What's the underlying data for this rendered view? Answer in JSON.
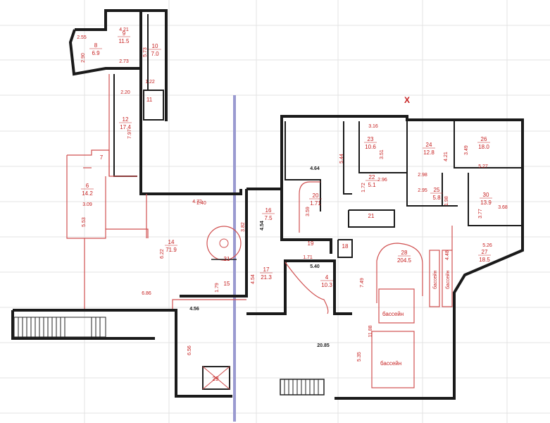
{
  "axis_mark": "X",
  "rooms": [
    {
      "id": "rm-8",
      "number": "8",
      "area": "6.9"
    },
    {
      "id": "rm-9",
      "number": "9",
      "area": "11.5"
    },
    {
      "id": "rm-10",
      "number": "10",
      "area": "7.0"
    },
    {
      "id": "rm-11",
      "number": "11",
      "area": ""
    },
    {
      "id": "rm-12",
      "number": "12",
      "area": "17.4"
    },
    {
      "id": "rm-7",
      "number": "7",
      "area": ""
    },
    {
      "id": "rm-6",
      "number": "6",
      "area": "14.2"
    },
    {
      "id": "rm-14",
      "number": "14",
      "area": "71.9"
    },
    {
      "id": "rm-15",
      "number": "15",
      "area": ""
    },
    {
      "id": "rm-16",
      "number": "16",
      "area": "7.5"
    },
    {
      "id": "rm-17",
      "number": "17",
      "area": "21.3"
    },
    {
      "id": "rm-4",
      "number": "4",
      "area": "10.3"
    },
    {
      "id": "rm-19",
      "number": "19",
      "area": ""
    },
    {
      "id": "rm-18",
      "number": "18",
      "area": ""
    },
    {
      "id": "rm-20",
      "number": "20",
      "area": "1.71"
    },
    {
      "id": "rm-21",
      "number": "21",
      "area": ""
    },
    {
      "id": "rm-22",
      "number": "22",
      "area": "5.1"
    },
    {
      "id": "rm-23",
      "number": "23",
      "area": "10.6"
    },
    {
      "id": "rm-24",
      "number": "24",
      "area": "12.8"
    },
    {
      "id": "rm-25",
      "number": "25",
      "area": "5.8"
    },
    {
      "id": "rm-26",
      "number": "26",
      "area": "18.0"
    },
    {
      "id": "rm-30",
      "number": "30",
      "area": "13.9"
    },
    {
      "id": "rm-27",
      "number": "27",
      "area": "18.5"
    },
    {
      "id": "rm-28",
      "number": "28",
      "area": "204.5"
    },
    {
      "id": "rm-29",
      "number": "29",
      "area": ""
    },
    {
      "id": "rm-31",
      "number": "31",
      "area": ""
    }
  ],
  "pool_label": "бассейн",
  "dimensions": [
    "2.55",
    "2.90",
    "4.21",
    "2.73",
    "5.73",
    "1.22",
    "2.20",
    "7.97",
    "3.09",
    "5.53",
    "4.72",
    "2.40",
    "1.79",
    "3.82",
    "4.54",
    "6.22",
    "6.86",
    "4.64",
    "5.40",
    "7.49",
    "3.59",
    "1.71",
    "5.44",
    "3.16",
    "3.51",
    "1.72",
    "2.96",
    "3.49",
    "4.21",
    "5.27",
    "2.98",
    "2.95",
    "1.98",
    "3.77",
    "3.68",
    "4.48",
    "5.26",
    "11.88",
    "20.85",
    "5.35",
    "4.56",
    "6.56",
    "4.54"
  ],
  "dark_dimensions": [
    "4.64",
    "4.54",
    "5.40",
    "4.56",
    "20.85"
  ]
}
